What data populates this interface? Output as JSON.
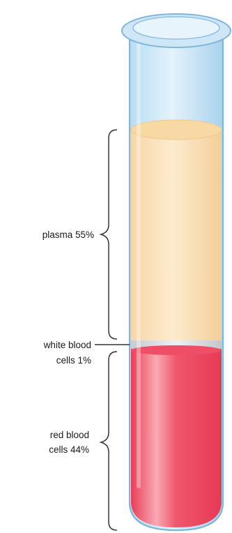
{
  "labels": {
    "plasma": "plasma 55%",
    "white_blood_cells_line1": "white blood",
    "white_blood_cells_line2": "cells 1%",
    "red_blood_cells_line1": "red blood",
    "red_blood_cells_line2": "cells 44%"
  },
  "fractions": {
    "plasma": 0.55,
    "white_blood_cells": 0.01,
    "red_blood_cells": 0.44
  },
  "colors": {
    "tube_glass": "#cfe6f6",
    "tube_outline": "#7fb6dc",
    "plasma": "#fbe0b6",
    "plasma_top": "#f8d9a4",
    "white_cells": "#d6d9dc",
    "red_cells": "#ee4c63",
    "red_highlight": "#f7a3ad",
    "bracket": "#333333"
  }
}
